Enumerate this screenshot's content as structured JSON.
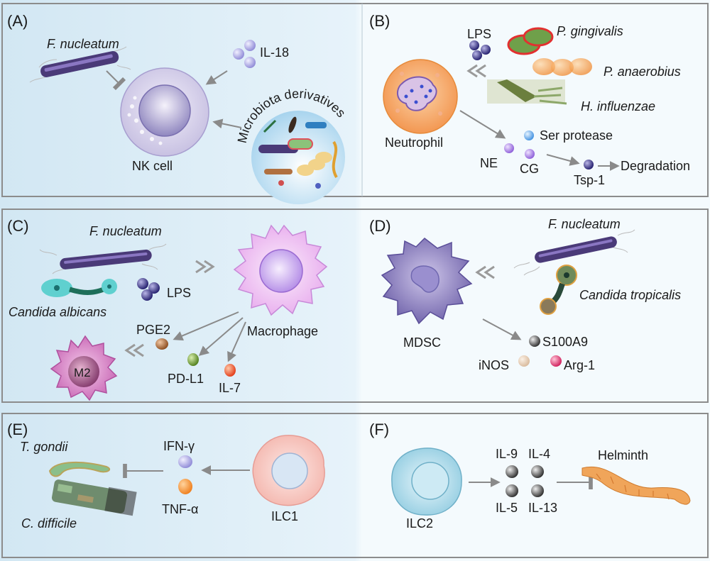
{
  "panels": {
    "a": {
      "label": "(A)",
      "bacterium": "F. nucleatum",
      "cytokine": "IL-18",
      "cell": "NK cell",
      "derivatives": "Microbiota derivatives"
    },
    "b": {
      "label": "(B)",
      "lps": "LPS",
      "microbes": [
        "P. gingivalis",
        "P. anaerobius",
        "H. influenzae"
      ],
      "cell": "Neutrophil",
      "enzymes": [
        "Ser protease",
        "NE",
        "CG"
      ],
      "target": "Tsp-1",
      "outcome": "Degradation"
    },
    "c": {
      "label": "(C)",
      "bacterium": "F. nucleatum",
      "fungus": "Candida albicans",
      "lps": "LPS",
      "cell": "Macrophage",
      "products": [
        "PGE2",
        "PD-L1",
        "IL-7"
      ],
      "polarized": "M2"
    },
    "d": {
      "label": "(D)",
      "bacterium": "F. nucleatum",
      "fungus": "Candida tropicalis",
      "cell": "MDSC",
      "products": [
        "S100A9",
        "iNOS",
        "Arg-1"
      ]
    },
    "e": {
      "label": "(E)",
      "pathogens": [
        "T. gondii",
        "C. difficile"
      ],
      "cytokines": [
        "IFN-γ",
        "TNF-α"
      ],
      "cell": "ILC1"
    },
    "f": {
      "label": "(F)",
      "cell": "ILC2",
      "cytokines": [
        "IL-9",
        "IL-4",
        "IL-5",
        "IL-13"
      ],
      "target": "Helminth"
    }
  },
  "colors": {
    "left_bg": "#d6eaf5",
    "right_bg": "#f3fafd",
    "frame": "#8c8c8c",
    "arrow": "#8a8a8a"
  }
}
